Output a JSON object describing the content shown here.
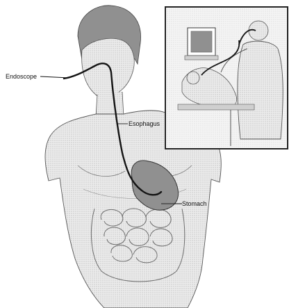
{
  "labels": {
    "endoscope": "Endoscope",
    "esophagus": "Esophagus",
    "stomach": "Stomach"
  },
  "credit": "",
  "colors": {
    "line": "#111111",
    "skin": "#d8d8d8",
    "shade": "#b5b5b5",
    "stomach": "#8e8e8e",
    "scope": "#1a1a1a",
    "inset_border": "#222222"
  }
}
